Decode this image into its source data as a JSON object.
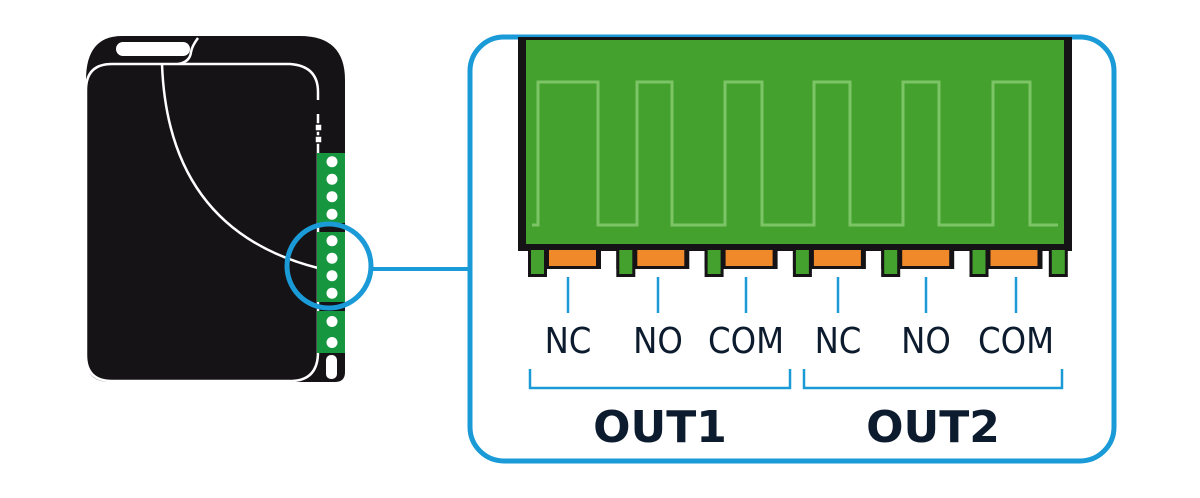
{
  "colors": {
    "accent_blue": "#1a9ad6",
    "device_black": "#151316",
    "pcb_green": "#44a12e",
    "pcb_trace": "#7cc465",
    "strip_green": "#16973f",
    "contact_orange": "#f0892a",
    "label_text": "#0d1b2e"
  },
  "device": {
    "name": "relay-module",
    "terminal_holes_upper": 4,
    "terminal_holes_highlighted": 4,
    "terminal_holes_lower": 2
  },
  "terminals": [
    {
      "label": "NC",
      "group": "OUT1"
    },
    {
      "label": "NO",
      "group": "OUT1"
    },
    {
      "label": "COM",
      "group": "OUT1"
    },
    {
      "label": "NC",
      "group": "OUT2"
    },
    {
      "label": "NO",
      "group": "OUT2"
    },
    {
      "label": "COM",
      "group": "OUT2"
    }
  ],
  "groups": [
    {
      "label": "OUT1"
    },
    {
      "label": "OUT2"
    }
  ]
}
